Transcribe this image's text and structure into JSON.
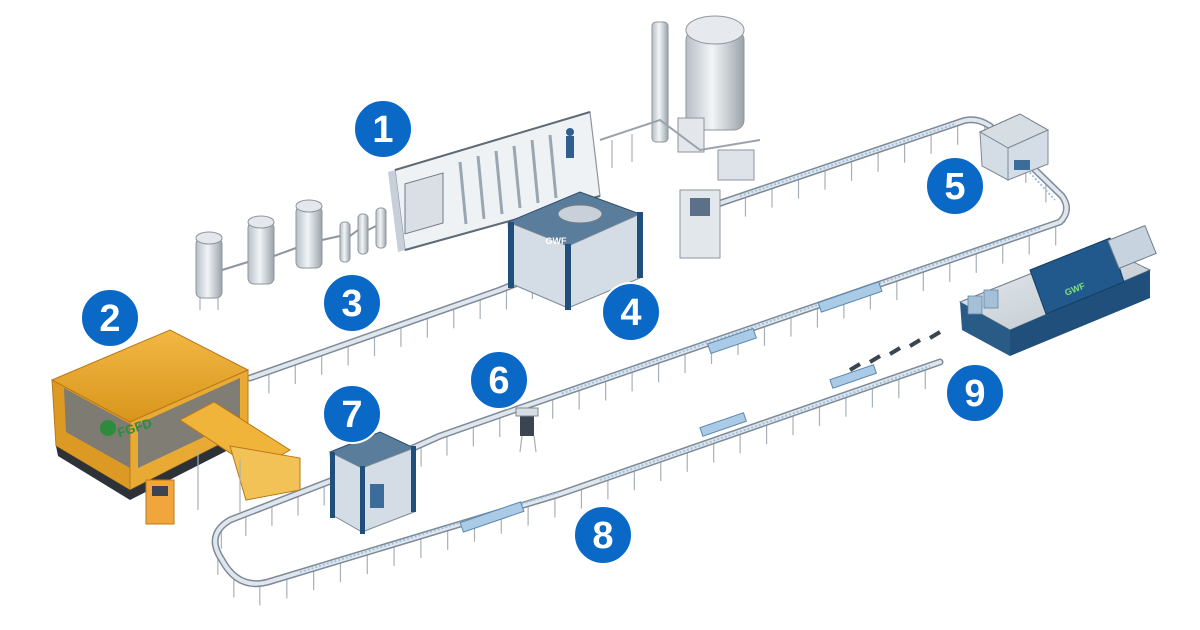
{
  "markers": [
    {
      "num": "1"
    },
    {
      "num": "2"
    },
    {
      "num": "3"
    },
    {
      "num": "4"
    },
    {
      "num": "5"
    },
    {
      "num": "6"
    },
    {
      "num": "7"
    },
    {
      "num": "8"
    },
    {
      "num": "9"
    }
  ],
  "machine_logos": {
    "blow_molder": "FGFD",
    "filler": "GWF",
    "wrapper": "GWF"
  },
  "colors": {
    "marker_fill": "#0a69c6",
    "blow_molder_frame": "#e8a830",
    "machine_frame": "#1f4f7a",
    "conveyor": "#7e8a96"
  }
}
